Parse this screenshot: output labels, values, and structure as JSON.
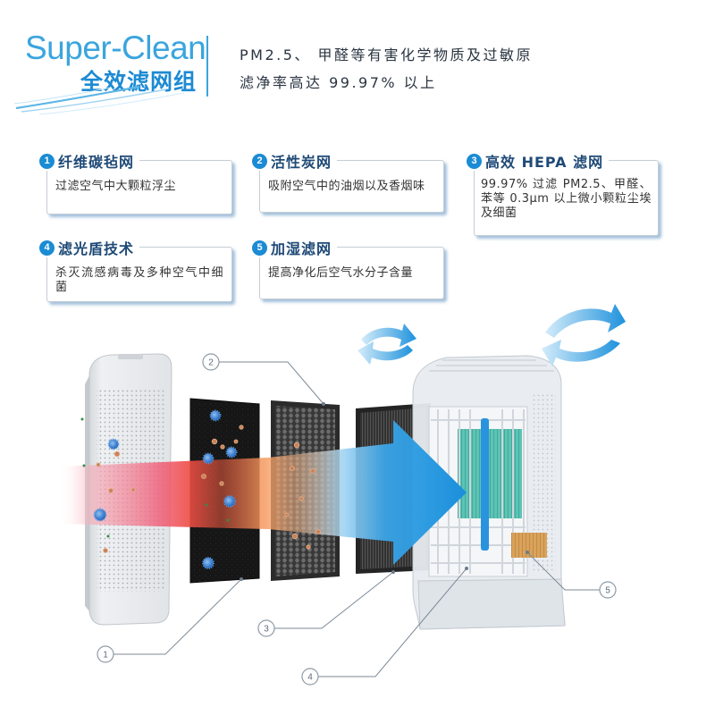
{
  "brand": {
    "logo_text": "Super-Clean",
    "subtitle": "全效滤网组"
  },
  "headline": {
    "line1": "PM2.5、 甲醛等有害化学物质及过敏原",
    "line2": "滤净率高达 99.97% 以上"
  },
  "features": [
    {
      "num": "1",
      "title": "纤维碳毡网",
      "desc": "过滤空气中大颗粒浮尘"
    },
    {
      "num": "2",
      "title": "活性炭网",
      "desc": "吸附空气中的油烟以及香烟味"
    },
    {
      "num": "3",
      "title": "高效 HEPA 滤网",
      "desc": "99.97% 过滤 PM2.5、甲醛、苯等 0.3μm 以上微小颗粒尘埃及细菌"
    },
    {
      "num": "4",
      "title": "滤光盾技术",
      "desc": "杀灭流感病毒及多种空气中细菌"
    },
    {
      "num": "5",
      "title": "加湿滤网",
      "desc": "提高净化后空气水分子含量"
    }
  ],
  "diagram": {
    "callouts": [
      "1",
      "2",
      "3",
      "4",
      "5"
    ]
  },
  "icons": {
    "feature_badge": "numbered-circle-icon",
    "airflow": "curved-airflow-arrow-icon",
    "callout": "numbered-callout-icon"
  },
  "colors": {
    "brand_blue": "#3aa5de",
    "badge_blue": "#1a8bd4",
    "title_navy": "#1f4a77",
    "airflow_red": "#ee4c44",
    "airflow_blue": "#1a8fdb",
    "hepa_teal": "#5cc3b5",
    "humidifier_orange": "#d9a35c"
  }
}
